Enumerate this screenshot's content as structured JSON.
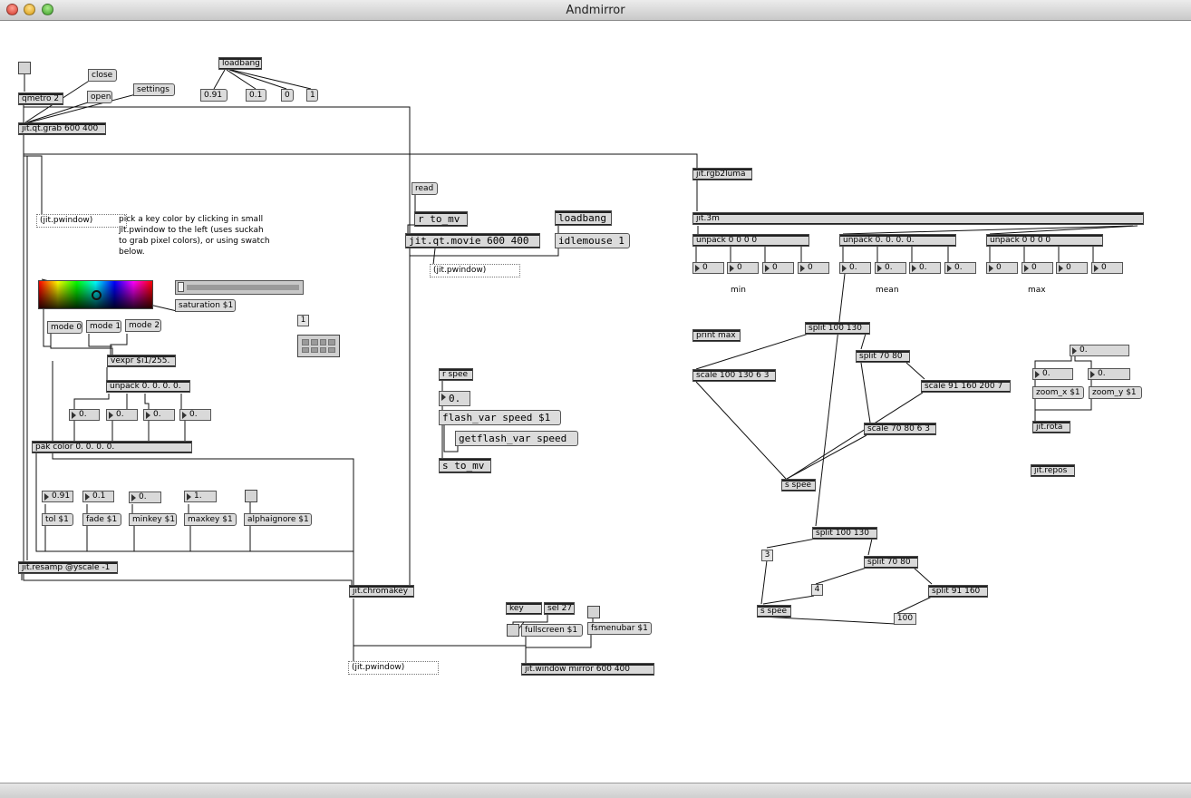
{
  "window": {
    "title": "Andmirror"
  },
  "objects": {
    "close": "close",
    "open": "open",
    "settings": "settings",
    "qmetro": "qmetro 2",
    "loadbang1": "loadbang",
    "v091": "0.91",
    "v01": "0.1",
    "v0": "0",
    "v1": "1",
    "grab": "jit.qt.grab 600 400",
    "pw1": "(jit.pwindow)",
    "instructions": "pick a key color by clicking in small jit.pwindow to the left (uses suckah to grab pixel colors), or using swatch below.",
    "saturation": "saturation $1",
    "mode0": "mode 0",
    "mode1": "mode 1",
    "mode2": "mode 2",
    "matrixNum": "1",
    "vexpr": "vexpr $i1/255.",
    "unpack1": "unpack 0. 0. 0. 0.",
    "n0": "0.",
    "pak": "pak color 0. 0. 0. 0.",
    "nTol": "0.91",
    "nFade": "0.1",
    "nMin": "0.",
    "nMax": "1.",
    "tol": "tol $1",
    "fade": "fade $1",
    "minkey": "minkey $1",
    "maxkey": "maxkey $1",
    "alphaignore": "alphaignore $1",
    "resamp": "jit.resamp @yscale -1",
    "chromakey": "jit.chromakey",
    "pw3": "(jit.pwindow)",
    "read": "read",
    "rToMv": "r to_mv",
    "movie": "jit.qt.movie 600 400",
    "loadbang2": "loadbang",
    "idlemouse": "idlemouse 1",
    "pw2": "(jit.pwindow)",
    "rSpee": "r spee",
    "nSpee": "0.",
    "flashVar": "flash_var speed $1",
    "getFlash": "getflash_var speed",
    "sToMv": "s to_mv",
    "key": "key",
    "sel27": "sel 27",
    "fullscreen": "fullscreen $1",
    "fsmenubar": "fsmenubar $1",
    "winMirror": "jit.window mirror 600 400",
    "rgb2luma": "jit.rgb2luma",
    "jit3m": "jit.3m",
    "unpack4": "unpack 0 0 0 0",
    "unpack4f": "unpack 0. 0. 0. 0.",
    "zero": "0",
    "minLbl": "min",
    "meanLbl": "mean",
    "maxLbl": "max",
    "printMax": "print max",
    "split100": "split 100 130",
    "split70": "split 70 80",
    "scale100": "scale 100 130 6 3",
    "scale91": "scale 91 160 200 7",
    "scale70": "scale 70 80 6 3",
    "sSpee": "s spee",
    "split91": "split 91 160",
    "i3": "3",
    "i4": "4",
    "i100": "100",
    "nZoom": "0.",
    "zoomx": "zoom_x $1",
    "zoomy": "zoom_y $1",
    "rota": "jit.rota",
    "repos": "jit.repos"
  }
}
